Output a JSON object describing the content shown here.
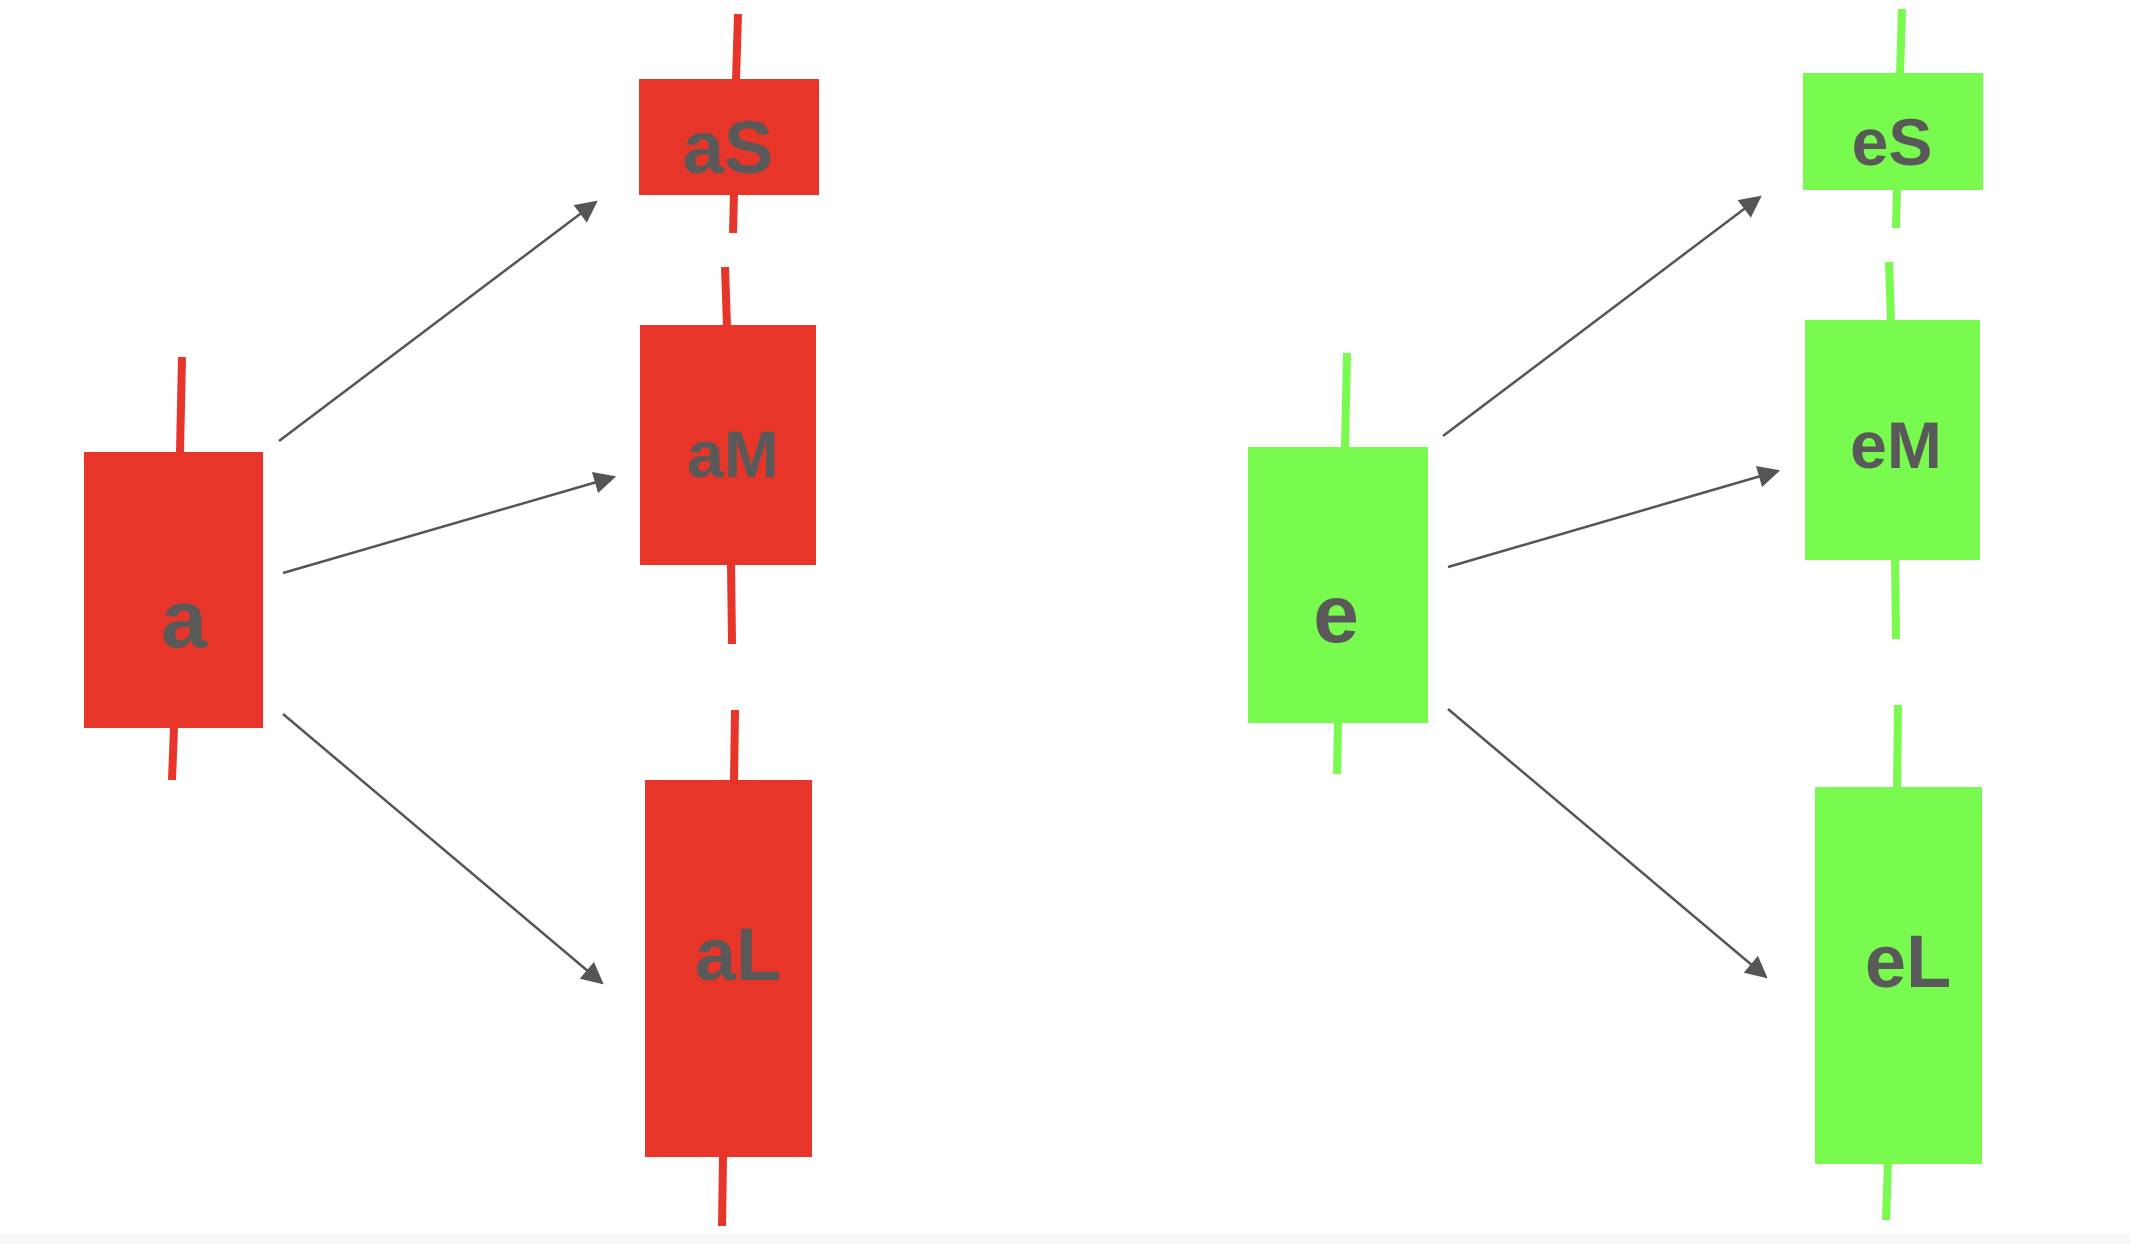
{
  "colors": {
    "group_a": "#e8352a",
    "group_e": "#78fb4e",
    "label_text": "#595959",
    "arrow": "#555555",
    "background": "#ffffff"
  },
  "groups": [
    {
      "id": "a",
      "parent": {
        "label": "a"
      },
      "children": [
        {
          "label": "aS"
        },
        {
          "label": "aM"
        },
        {
          "label": "aL"
        }
      ]
    },
    {
      "id": "e",
      "parent": {
        "label": "e"
      },
      "children": [
        {
          "label": "eS"
        },
        {
          "label": "eM"
        },
        {
          "label": "eL"
        }
      ]
    }
  ]
}
